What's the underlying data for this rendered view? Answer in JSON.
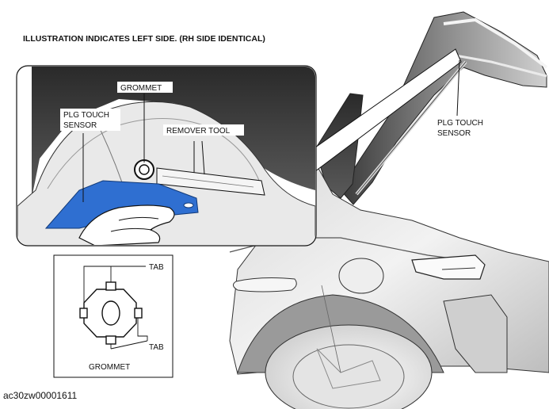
{
  "header": {
    "note": "ILLUSTRATION INDICATES LEFT SIDE. (RH SIDE IDENTICAL)"
  },
  "callouts": {
    "grommet_top": "GROMMET",
    "plg_sensor_inset": [
      "PLG TOUCH",
      "SENSOR"
    ],
    "remover_tool": "REMOVER TOOL",
    "plg_sensor_car": [
      "PLG TOUCH",
      "SENSOR"
    ]
  },
  "grommet_detail": {
    "tab_top": "TAB",
    "tab_bottom": "TAB",
    "caption": "GROMMET"
  },
  "figure_code": "ac30zw00001611",
  "colors": {
    "sensor_blue": "#2f6fd1",
    "line": "#111111"
  }
}
